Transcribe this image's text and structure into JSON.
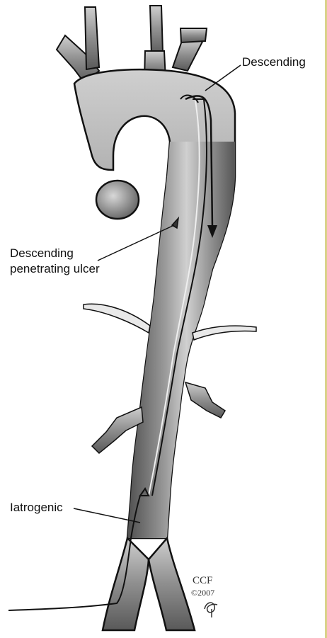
{
  "labels": {
    "descending": "Descending",
    "descending_ulcer_line1": "Descending",
    "descending_ulcer_line2": "penetrating ulcer",
    "iatrogenic": "Iatrogenic"
  },
  "signature": {
    "org": "CCF",
    "year": "©2007"
  },
  "colors": {
    "vessel_dark": "#5e5e5e",
    "vessel_mid": "#8a8a8a",
    "vessel_light": "#d4d4d4",
    "outline": "#111111",
    "page_edge": "#d9d28a"
  }
}
